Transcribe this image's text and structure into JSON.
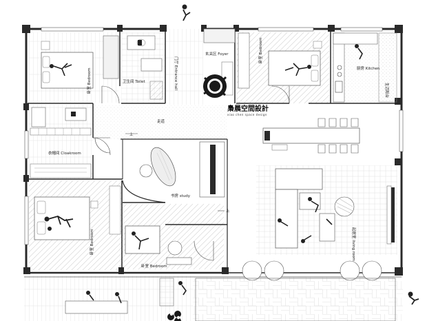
{
  "studio": {
    "name": "梟晨空間設計",
    "subtitle": "xiao chen space design"
  },
  "rooms": {
    "bedroom_nw": "卧室 Bedroom",
    "toilet": "卫生间 Toilet",
    "entrance": "门厅 Entrance hall",
    "foyer": "玄关区 Foyer",
    "bedroom_ne": "卧室 Bedroom",
    "kitchen": "厨房 Kitchen",
    "balcony_service": "生活阳台",
    "corridor": "走道",
    "cloakroom": "衣帽间 Cloakroom",
    "bedroom_sw": "卧室 Bedroom",
    "study": "书房 study",
    "bedroom_s": "卧室 Bedroom",
    "living": "起居室 living room"
  },
  "stairs": {
    "up": "上"
  },
  "colors": {
    "wall": "#2a2a2a",
    "line": "#555555",
    "floor_pattern": "#cccccc",
    "plant": "#1a1a1a"
  }
}
